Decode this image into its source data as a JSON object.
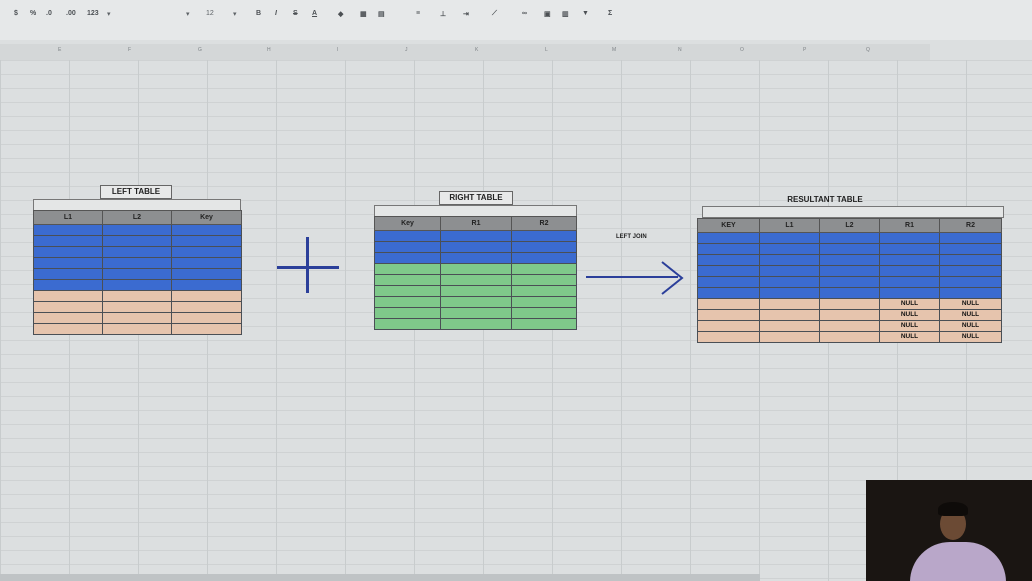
{
  "toolbar": {
    "format_items": [
      "$",
      "%",
      ".0",
      ".00",
      "123"
    ],
    "font_size": "12",
    "bold": "B",
    "italic": "I",
    "strike": "S",
    "text_color": "A",
    "sigma": "Σ"
  },
  "column_headers": [
    "E",
    "F",
    "G",
    "H",
    "I",
    "J",
    "K",
    "L",
    "M",
    "N",
    "O",
    "P",
    "Q"
  ],
  "left_table": {
    "title": "LEFT TABLE",
    "headers": [
      "L1",
      "L2",
      "Key"
    ],
    "rows": [
      [
        "",
        "",
        ""
      ],
      [
        "",
        "",
        ""
      ],
      [
        "",
        "",
        ""
      ],
      [
        "",
        "",
        ""
      ],
      [
        "",
        "",
        ""
      ],
      [
        "",
        "",
        ""
      ],
      [
        "",
        "",
        ""
      ],
      [
        "",
        "",
        ""
      ],
      [
        "",
        "",
        ""
      ],
      [
        "",
        "",
        ""
      ]
    ],
    "row_colors": [
      "blue",
      "blue",
      "blue",
      "blue",
      "blue",
      "blue",
      "tan",
      "tan",
      "tan",
      "tan"
    ]
  },
  "plus_symbol": "+",
  "right_table": {
    "title": "RIGHT TABLE",
    "headers": [
      "Key",
      "R1",
      "R2"
    ],
    "rows": [
      [
        "",
        "",
        ""
      ],
      [
        "",
        "",
        ""
      ],
      [
        "",
        "",
        ""
      ],
      [
        "",
        "",
        ""
      ],
      [
        "",
        "",
        ""
      ],
      [
        "",
        "",
        ""
      ],
      [
        "",
        "",
        ""
      ],
      [
        "",
        "",
        ""
      ],
      [
        "",
        "",
        ""
      ]
    ],
    "row_colors": [
      "blue",
      "blue",
      "blue",
      "green",
      "green",
      "green",
      "green",
      "green",
      "green"
    ]
  },
  "join_label": "LEFT JOIN",
  "result_table": {
    "title": "RESULTANT TABLE",
    "headers": [
      "KEY",
      "L1",
      "L2",
      "R1",
      "R2"
    ],
    "rows": [
      [
        "",
        "",
        "",
        "",
        ""
      ],
      [
        "",
        "",
        "",
        "",
        ""
      ],
      [
        "",
        "",
        "",
        "",
        ""
      ],
      [
        "",
        "",
        "",
        "",
        ""
      ],
      [
        "",
        "",
        "",
        "",
        ""
      ],
      [
        "",
        "",
        "",
        "",
        ""
      ],
      [
        "",
        "",
        "",
        "NULL",
        "NULL"
      ],
      [
        "",
        "",
        "",
        "NULL",
        "NULL"
      ],
      [
        "",
        "",
        "",
        "NULL",
        "NULL"
      ],
      [
        "",
        "",
        "",
        "NULL",
        "NULL"
      ]
    ],
    "row_colors": [
      "blue",
      "blue",
      "blue",
      "blue",
      "blue",
      "blue",
      "tan",
      "tan",
      "tan",
      "tan"
    ]
  },
  "colors": {
    "blue_rows": "#3b6bd0",
    "green_rows": "#7fc98a",
    "tan_rows": "#e6c4ad",
    "arrow": "#2b3f9a"
  }
}
